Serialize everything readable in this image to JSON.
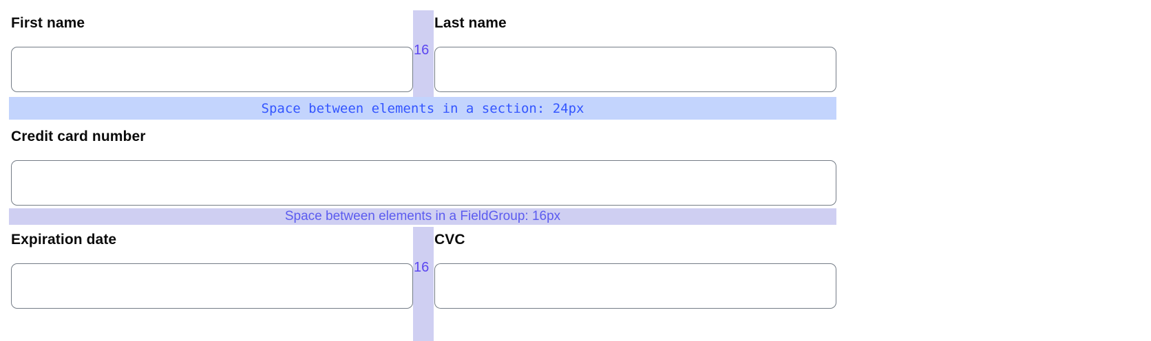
{
  "form": {
    "rows": [
      {
        "left": {
          "label": "First name",
          "value": "",
          "placeholder": ""
        },
        "right": {
          "label": "Last name",
          "value": "",
          "placeholder": ""
        },
        "gap_label": "16"
      },
      {
        "full": {
          "label": "Credit card number",
          "value": "",
          "placeholder": ""
        }
      },
      {
        "left": {
          "label": "Expiration date",
          "value": "",
          "placeholder": ""
        },
        "right": {
          "label": "CVC",
          "value": "",
          "placeholder": ""
        },
        "gap_label": "16"
      }
    ]
  },
  "annotations": {
    "section_gap": {
      "text": "Space between elements in a section: 24px",
      "band_color": "#c3d4fd",
      "text_color": "#3355ff"
    },
    "fieldgroup_gap": {
      "text": "Space between elements in a FieldGroup: 16px",
      "band_color": "#cfcff2",
      "text_color": "#5b5bef"
    },
    "column_gap_color": "#cfcff2",
    "column_gap_text_color": "#5b46f0"
  },
  "colors": {
    "page_background": "#ffffff",
    "input_border": "#737b85",
    "label_text": "#0a0a0a"
  }
}
